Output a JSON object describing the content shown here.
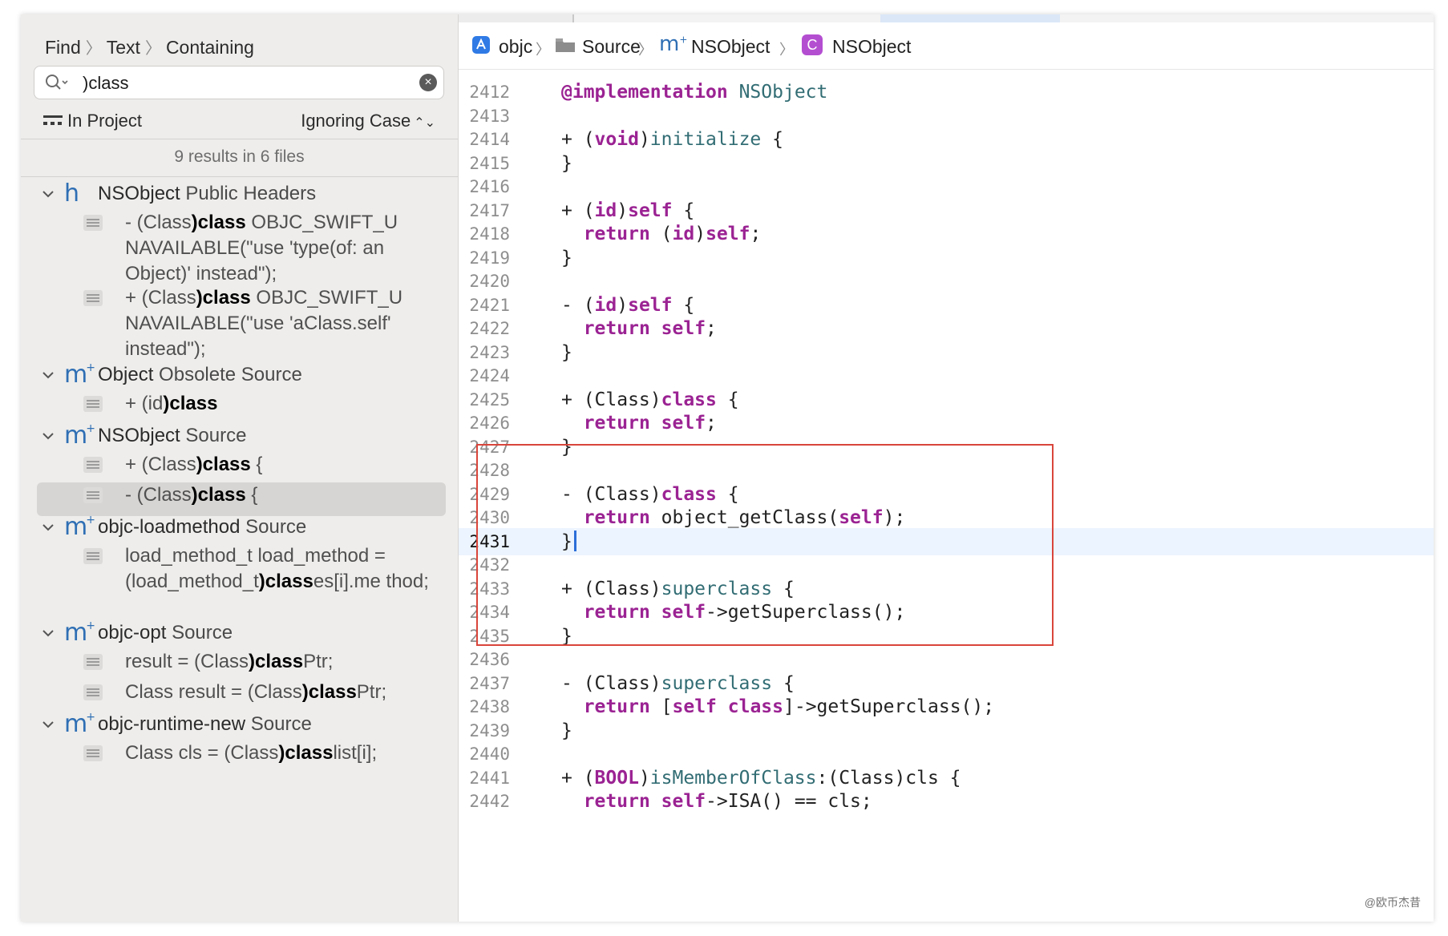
{
  "find_nav": {
    "items": [
      "Find",
      "Text",
      "Containing"
    ]
  },
  "search": {
    "value": ")class"
  },
  "scope": {
    "label": "In Project",
    "case_mode": "Ignoring Case"
  },
  "summary": "9 results in 6 files",
  "groups": [
    {
      "icon": "h",
      "name": "NSObject",
      "kind": "Public Headers",
      "items": [
        {
          "parts": [
            "- (Class",
            ")class",
            " OBJC_SWIFT_U NAVAILABLE(\"use 'type(of: an Object)' instead\");"
          ]
        },
        {
          "parts": [
            "+ (Class",
            ")class",
            " OBJC_SWIFT_U NAVAILABLE(\"use 'aClass.self' instead\");"
          ]
        }
      ]
    },
    {
      "icon": "m",
      "name": "Object",
      "kind": "Obsolete Source",
      "items": [
        {
          "parts": [
            "+ (id",
            ")class",
            ""
          ]
        }
      ]
    },
    {
      "icon": "m",
      "name": "NSObject",
      "kind": "Source",
      "items": [
        {
          "parts": [
            "+ (Class",
            ")class",
            " {"
          ]
        },
        {
          "parts": [
            "- (Class",
            ")class",
            " {"
          ],
          "selected": true
        }
      ]
    },
    {
      "icon": "m",
      "name": "objc-loadmethod",
      "kind": "Source",
      "items": [
        {
          "parts": [
            "load_method_t load_method = (load_method_t",
            ")class",
            "es[i].me thod;"
          ]
        }
      ]
    },
    {
      "icon": "m",
      "name": "objc-opt",
      "kind": "Source",
      "items": [
        {
          "parts": [
            "result = (Class",
            ")class",
            "Ptr;"
          ]
        },
        {
          "parts": [
            "Class result = (Class",
            ")class",
            "Ptr;"
          ]
        }
      ]
    },
    {
      "icon": "m",
      "name": "objc-runtime-new",
      "kind": "Source",
      "items": [
        {
          "parts": [
            "Class cls = (Class",
            ")class",
            "list[i];"
          ]
        }
      ]
    }
  ],
  "pathbar": {
    "items": [
      "objc",
      "Source",
      "NSObject",
      "NSObject"
    ]
  },
  "code": {
    "current_line": 2431,
    "lines": [
      {
        "n": 2412,
        "t": [
          [
            "kw",
            "@implementation"
          ],
          [
            "p",
            " "
          ],
          [
            "fn",
            "NSObject"
          ]
        ]
      },
      {
        "n": 2413,
        "t": []
      },
      {
        "n": 2414,
        "t": [
          [
            "p",
            "+ ("
          ],
          [
            "kw",
            "void"
          ],
          [
            "p",
            ")"
          ],
          [
            "fn",
            "initialize"
          ],
          [
            "p",
            " {"
          ]
        ]
      },
      {
        "n": 2415,
        "t": [
          [
            "p",
            "}"
          ]
        ]
      },
      {
        "n": 2416,
        "t": []
      },
      {
        "n": 2417,
        "t": [
          [
            "p",
            "+ ("
          ],
          [
            "kw",
            "id"
          ],
          [
            "p",
            ")"
          ],
          [
            "kw",
            "self"
          ],
          [
            "p",
            " {"
          ]
        ]
      },
      {
        "n": 2418,
        "t": [
          [
            "p",
            "  "
          ],
          [
            "kw",
            "return"
          ],
          [
            "p",
            " ("
          ],
          [
            "kw",
            "id"
          ],
          [
            "p",
            ")"
          ],
          [
            "kw",
            "self"
          ],
          [
            "p",
            ";"
          ]
        ]
      },
      {
        "n": 2419,
        "t": [
          [
            "p",
            "}"
          ]
        ]
      },
      {
        "n": 2420,
        "t": []
      },
      {
        "n": 2421,
        "t": [
          [
            "p",
            "- ("
          ],
          [
            "kw",
            "id"
          ],
          [
            "p",
            ")"
          ],
          [
            "kw",
            "self"
          ],
          [
            "p",
            " {"
          ]
        ]
      },
      {
        "n": 2422,
        "t": [
          [
            "p",
            "  "
          ],
          [
            "kw",
            "return"
          ],
          [
            "p",
            " "
          ],
          [
            "kw",
            "self"
          ],
          [
            "p",
            ";"
          ]
        ]
      },
      {
        "n": 2423,
        "t": [
          [
            "p",
            "}"
          ]
        ]
      },
      {
        "n": 2424,
        "t": []
      },
      {
        "n": 2425,
        "t": [
          [
            "p",
            "+ (Class)"
          ],
          [
            "kw",
            "class"
          ],
          [
            "p",
            " {"
          ]
        ]
      },
      {
        "n": 2426,
        "t": [
          [
            "p",
            "  "
          ],
          [
            "kw",
            "return"
          ],
          [
            "p",
            " "
          ],
          [
            "kw",
            "self"
          ],
          [
            "p",
            ";"
          ]
        ]
      },
      {
        "n": 2427,
        "t": [
          [
            "p",
            "}"
          ]
        ]
      },
      {
        "n": 2428,
        "t": []
      },
      {
        "n": 2429,
        "t": [
          [
            "p",
            "- (Class)"
          ],
          [
            "kw",
            "class"
          ],
          [
            "p",
            " {"
          ]
        ]
      },
      {
        "n": 2430,
        "t": [
          [
            "p",
            "  "
          ],
          [
            "kw",
            "return"
          ],
          [
            "p",
            " object_getClass("
          ],
          [
            "kw",
            "self"
          ],
          [
            "p",
            ");"
          ]
        ]
      },
      {
        "n": 2431,
        "t": [
          [
            "p",
            "}"
          ]
        ]
      },
      {
        "n": 2432,
        "t": []
      },
      {
        "n": 2433,
        "t": [
          [
            "p",
            "+ (Class)"
          ],
          [
            "fn",
            "superclass"
          ],
          [
            "p",
            " {"
          ]
        ]
      },
      {
        "n": 2434,
        "t": [
          [
            "p",
            "  "
          ],
          [
            "kw",
            "return"
          ],
          [
            "p",
            " "
          ],
          [
            "kw",
            "self"
          ],
          [
            "p",
            "->getSuperclass();"
          ]
        ]
      },
      {
        "n": 2435,
        "t": [
          [
            "p",
            "}"
          ]
        ]
      },
      {
        "n": 2436,
        "t": []
      },
      {
        "n": 2437,
        "t": [
          [
            "p",
            "- (Class)"
          ],
          [
            "fn",
            "superclass"
          ],
          [
            "p",
            " {"
          ]
        ]
      },
      {
        "n": 2438,
        "t": [
          [
            "p",
            "  "
          ],
          [
            "kw",
            "return"
          ],
          [
            "p",
            " ["
          ],
          [
            "kw",
            "self"
          ],
          [
            "p",
            " "
          ],
          [
            "kw",
            "class"
          ],
          [
            "p",
            "]->getSuperclass();"
          ]
        ]
      },
      {
        "n": 2439,
        "t": [
          [
            "p",
            "}"
          ]
        ]
      },
      {
        "n": 2440,
        "t": []
      },
      {
        "n": 2441,
        "t": [
          [
            "p",
            "+ ("
          ],
          [
            "kw",
            "BOOL"
          ],
          [
            "p",
            ")"
          ],
          [
            "fn",
            "isMemberOfClass"
          ],
          [
            "p",
            ":(Class)cls {"
          ]
        ]
      },
      {
        "n": 2442,
        "t": [
          [
            "p",
            "  "
          ],
          [
            "kw",
            "return"
          ],
          [
            "p",
            " "
          ],
          [
            "kw",
            "self"
          ],
          [
            "p",
            "->ISA() == cls;"
          ]
        ]
      }
    ]
  },
  "watermark": "@欧币杰昔"
}
